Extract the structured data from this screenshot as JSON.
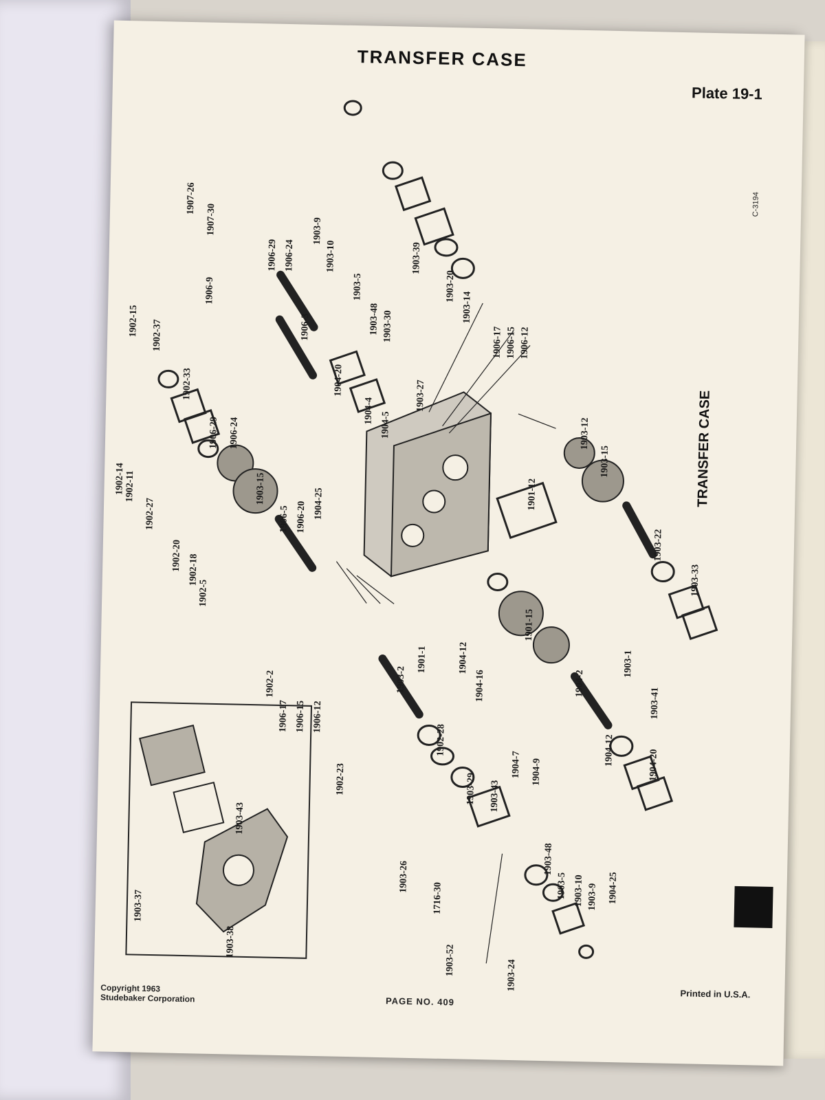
{
  "page": {
    "title": "TRANSFER CASE",
    "plate": "Plate 19-1",
    "drawing_code": "C-3194",
    "side_label": "TRANSFER CASE",
    "copyright": "Copyright 1963",
    "company": "Studebaker Corporation",
    "page_number": "PAGE NO. 409",
    "printed": "Printed in U.S.A."
  },
  "part_labels": [
    "1907-26",
    "1907-30",
    "1906-29",
    "1906-24",
    "1906-9",
    "1903-9",
    "1903-10",
    "1903-5",
    "1903-48",
    "1903-30",
    "1903-39",
    "1903-20",
    "1903-14",
    "1903-27",
    "1902-15",
    "1902-37",
    "1902-33",
    "1906-3",
    "1906-29",
    "1906-24",
    "1904-20",
    "1904-4",
    "1904-5",
    "1902-14",
    "1902-11",
    "1902-27",
    "1902-20",
    "1902-18",
    "1902-5",
    "1903-15",
    "1906-5",
    "1906-20",
    "1904-25",
    "1906-17",
    "1906-15",
    "1906-12",
    "1903-12",
    "1903-15",
    "1901-12",
    "1903-22",
    "1903-33",
    "1902-2",
    "1906-17",
    "1906-15",
    "1906-12",
    "1903-2",
    "1901-1",
    "1904-12",
    "1904-16",
    "1901-15",
    "1903-1",
    "1903-41",
    "1904-7",
    "1904-9",
    "1904-2",
    "1904-12",
    "1904-20",
    "1904-25",
    "1902-23",
    "1902-28",
    "1903-29",
    "1903-43",
    "1903-26",
    "1716-30",
    "1903-52",
    "1903-48",
    "1903-5",
    "1903-10",
    "1903-9",
    "1903-24",
    "1903-37",
    "1903-43",
    "1903-38"
  ]
}
